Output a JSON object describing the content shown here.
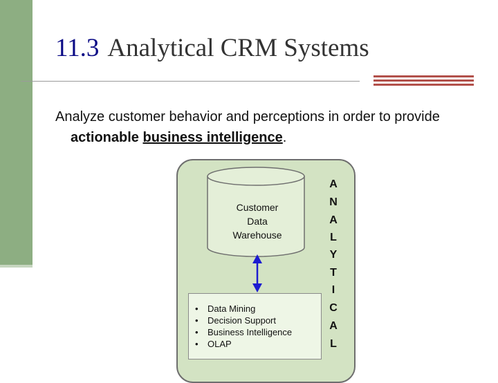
{
  "slide": {
    "title_number": "11.3",
    "title_text": "Analytical CRM Systems",
    "body": {
      "part1": "Analyze customer behavior and perceptions in order to provide ",
      "bold_word": "actionable",
      "space": " ",
      "underlined_phrase": "business intelligence",
      "end": "."
    }
  },
  "diagram": {
    "warehouse_label": "Customer\nData\nWarehouse",
    "functions": [
      "Data Mining",
      "Decision Support",
      "Business Intelligence",
      "OLAP"
    ],
    "vertical_letters": [
      "A",
      "N",
      "A",
      "L",
      "Y",
      "T",
      "I",
      "C",
      "A",
      "L"
    ],
    "colors": {
      "panel": "#d3e3c3",
      "cylinder": "#e4efd8",
      "arrow": "#1c1cd0",
      "title_number": "#0b0b86",
      "accent_stripes": "#b2504a",
      "left_band": "#8dae82"
    }
  }
}
